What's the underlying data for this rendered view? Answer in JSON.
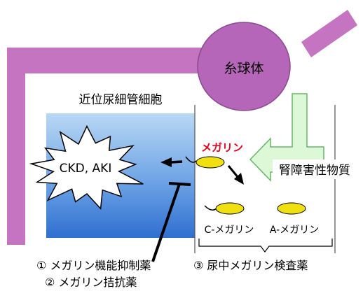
{
  "labels": {
    "glomerulus": "糸球体",
    "proximal_tubule_cell": "近位尿細管細胞",
    "megalin": "メガリン",
    "nephrotoxic_substance": "腎障害性物質",
    "disease": "CKD, AKI",
    "c_megalin": "C-メガリン",
    "a_megalin": "A-メガリン",
    "item_1": "① メガリン機能抑制薬",
    "item_2": "② メガリン拮抗薬",
    "item_3": "③ 尿中メガリン検査薬"
  },
  "colors": {
    "glomerulus_fill": "#b666b8",
    "tubule_wall": "#c474c0",
    "cell_fill_top": "#b9d8f4",
    "cell_fill_bottom": "#2f6fd0",
    "megalin_fill": "#f0e010",
    "megalin_label": "#e8001c",
    "substance_arrow_fill": "#dcf8d6",
    "substance_arrow_stroke": "#6ab56a"
  }
}
